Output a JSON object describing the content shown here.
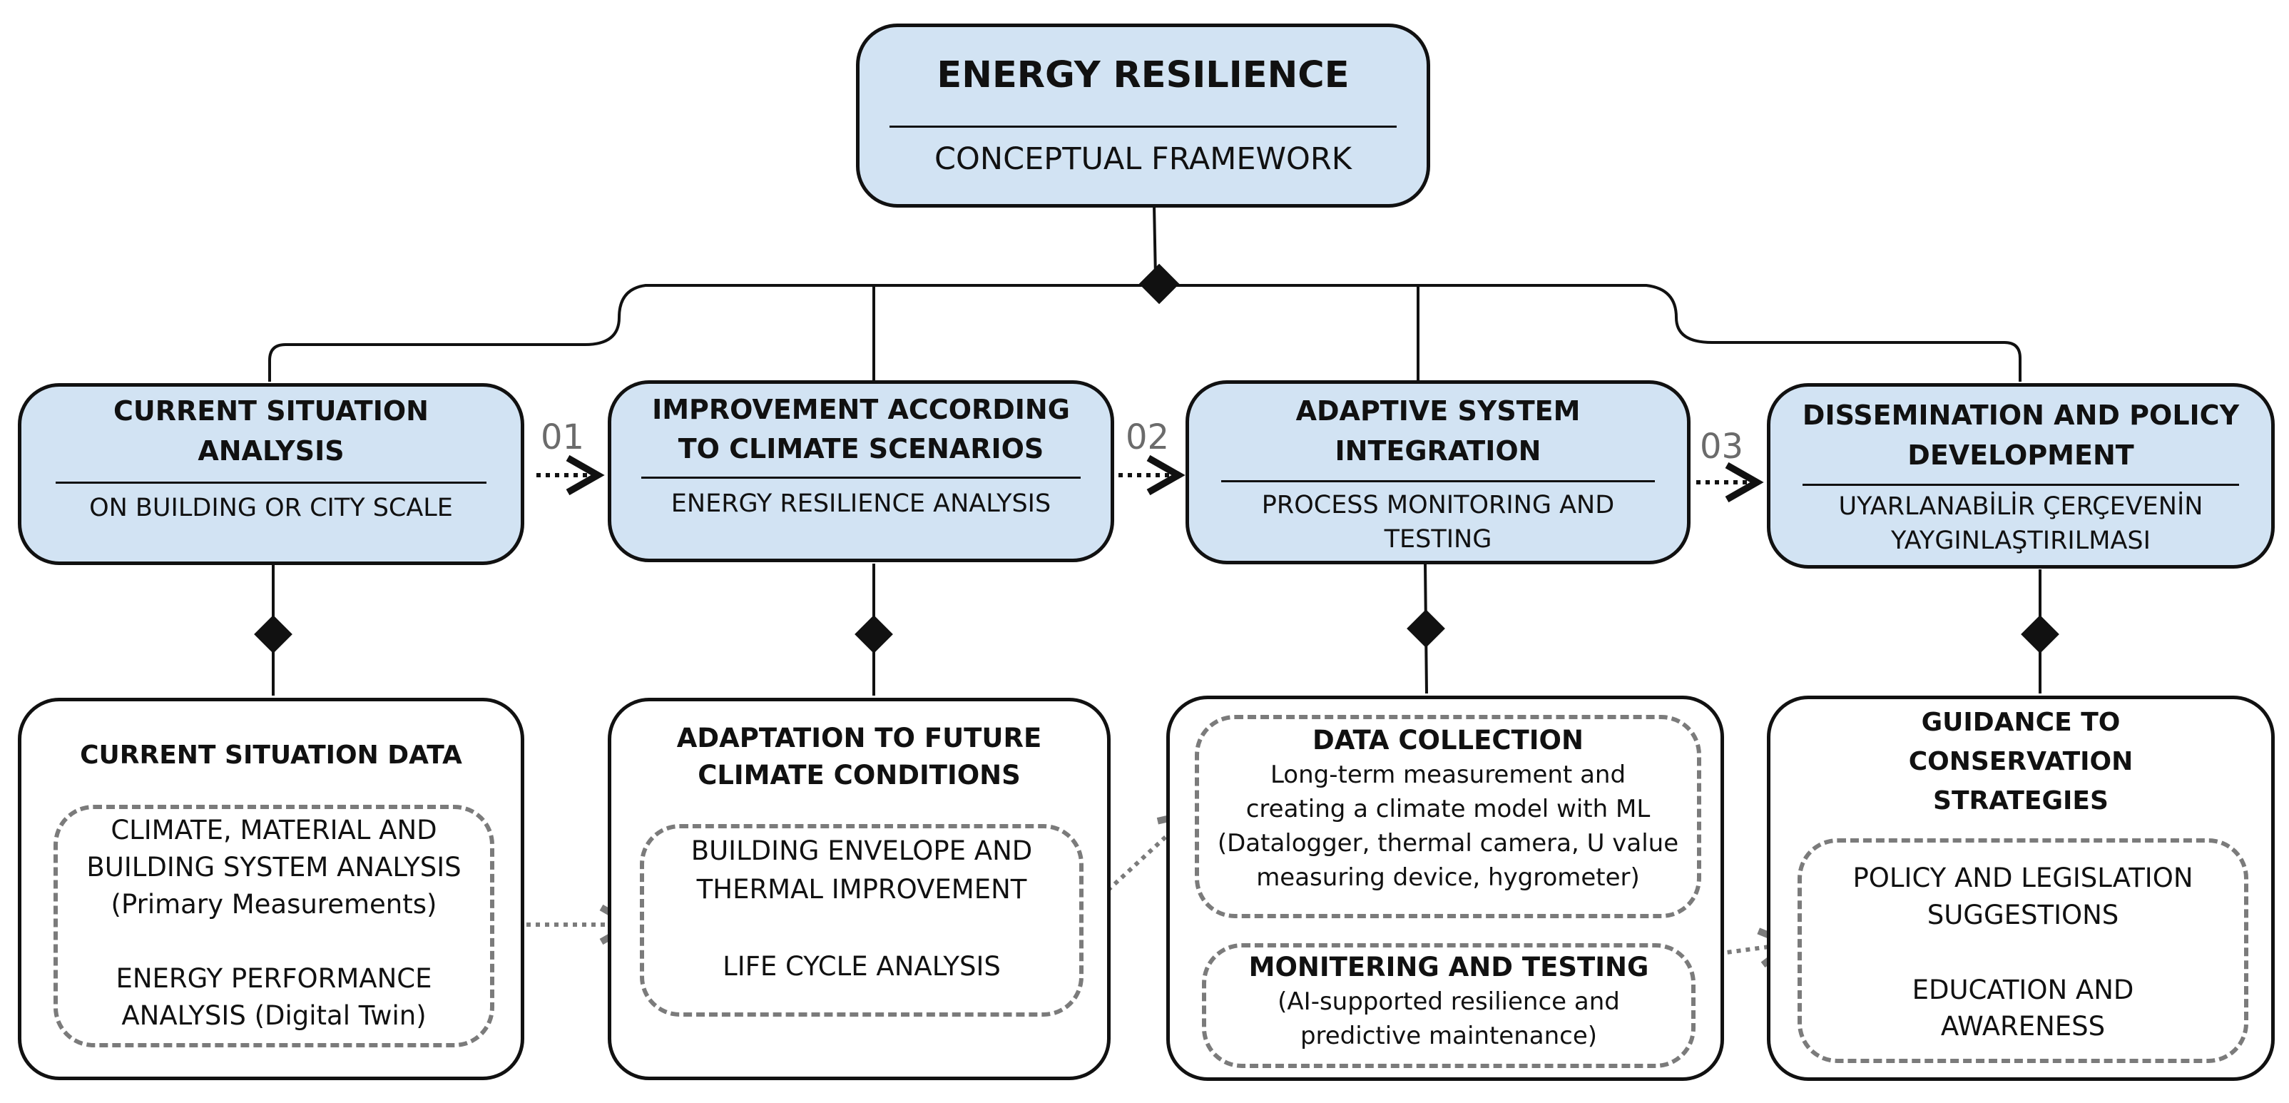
{
  "root": {
    "title": "ENERGY RESILIENCE",
    "subtitle": "CONCEPTUAL FRAMEWORK"
  },
  "steps": [
    {
      "number": "01"
    },
    {
      "number": "02"
    },
    {
      "number": "03"
    }
  ],
  "phases": [
    {
      "title_lines": [
        "CURRENT SITUATION",
        "ANALYSIS"
      ],
      "subtitle_lines": [
        "ON BUILDING OR CITY SCALE"
      ],
      "detail": {
        "heading_lines": [
          "CURRENT SITUATION DATA"
        ],
        "items": [
          {
            "lines": [
              "CLIMATE, MATERIAL AND",
              "BUILDING SYSTEM ANALYSIS",
              "(Primary Measurements)",
              "",
              "ENERGY PERFORMANCE",
              "ANALYSIS (Digital Twin)"
            ]
          }
        ]
      }
    },
    {
      "title_lines": [
        "IMPROVEMENT ACCORDING",
        "TO CLIMATE SCENARIOS"
      ],
      "subtitle_lines": [
        "ENERGY RESILIENCE ANALYSIS"
      ],
      "detail": {
        "heading_lines": [
          "ADAPTATION TO FUTURE",
          "CLIMATE CONDITIONS"
        ],
        "items": [
          {
            "lines": [
              "BUILDING ENVELOPE AND",
              "THERMAL IMPROVEMENT",
              "",
              "LIFE CYCLE ANALYSIS"
            ]
          }
        ]
      }
    },
    {
      "title_lines": [
        "ADAPTIVE SYSTEM",
        "INTEGRATION"
      ],
      "subtitle_lines": [
        "PROCESS MONITORING AND",
        "TESTING"
      ],
      "detail": {
        "items": [
          {
            "heading": "DATA COLLECTION",
            "lines": [
              "Long-term measurement and",
              "creating a climate model with ML",
              "(Datalogger, thermal camera, U value",
              "measuring device, hygrometer)"
            ]
          },
          {
            "heading": "MONITERING AND TESTING",
            "lines": [
              "(AI-supported resilience and",
              "predictive maintenance)"
            ]
          }
        ]
      }
    },
    {
      "title_lines": [
        "DISSEMINATION AND POLICY",
        "DEVELOPMENT"
      ],
      "subtitle_lines": [
        "UYARLANABİLİR ÇERÇEVENİN",
        "YAYGINLAŞTIRILMASI"
      ],
      "detail": {
        "heading_lines": [
          "GUIDANCE TO",
          "CONSERVATION",
          "STRATEGIES"
        ],
        "items": [
          {
            "lines": [
              "POLICY AND LEGISLATION",
              "SUGGESTIONS",
              "",
              "EDUCATION AND",
              "AWARENESS"
            ]
          }
        ]
      }
    }
  ],
  "colors": {
    "box_fill": "#d2e3f3",
    "stroke": "#111111",
    "dashed": "#7b7b7b",
    "step_number": "#6b6b6b"
  }
}
